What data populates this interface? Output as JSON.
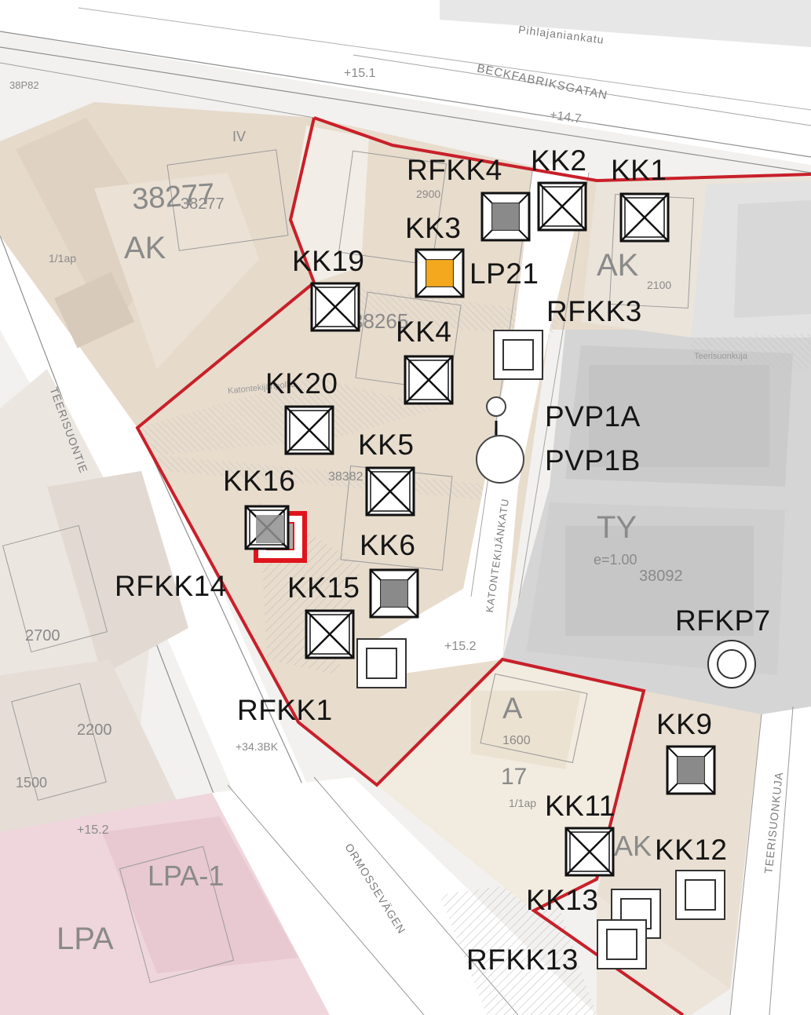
{
  "map": {
    "colors": {
      "boundary": "#c8202a",
      "block_fill": "#e8dccd",
      "block_dark": "#d9cdbf",
      "industrial_fill": "#d6d6d6",
      "residential_pink": "#efd8de",
      "street_fill": "#ffffff",
      "marker_orange": "#f4a81e",
      "marker_gray": "#8a8a8a",
      "marker_red": "#e0141c"
    },
    "markers": [
      {
        "label": "RFKK4",
        "symbol": "gray-square"
      },
      {
        "label": "KK2",
        "symbol": "crossed-square"
      },
      {
        "label": "KK1",
        "symbol": "crossed-square"
      },
      {
        "label": "KK3",
        "symbol": "orange-square"
      },
      {
        "label": "LP21",
        "symbol": "orange-square"
      },
      {
        "label": "KK19",
        "symbol": "crossed-square"
      },
      {
        "label": "RFKK3",
        "symbol": "open-square"
      },
      {
        "label": "KK4",
        "symbol": "crossed-square"
      },
      {
        "label": "KK20",
        "symbol": "crossed-square"
      },
      {
        "label": "PVP1A",
        "symbol": "small-circle"
      },
      {
        "label": "PVP1B",
        "symbol": "large-circle"
      },
      {
        "label": "KK5",
        "symbol": "crossed-square"
      },
      {
        "label": "KK16",
        "symbol": "crossed-square"
      },
      {
        "label": "RFKK14",
        "symbol": "red-square"
      },
      {
        "label": "KK6",
        "symbol": "gray-square"
      },
      {
        "label": "KK15",
        "symbol": "crossed-square"
      },
      {
        "label": "RFKK1",
        "symbol": "open-square"
      },
      {
        "label": "RFKP7",
        "symbol": "double-circle"
      },
      {
        "label": "KK9",
        "symbol": "gray-square"
      },
      {
        "label": "KK11",
        "symbol": "crossed-square"
      },
      {
        "label": "KK12",
        "symbol": "open-square"
      },
      {
        "label": "KK13",
        "symbol": "open-square"
      },
      {
        "label": "RFKK13",
        "symbol": "open-square"
      }
    ],
    "base_labels": {
      "block_38277": "38277",
      "block_38277_small": "38277",
      "zone_ak_left": "AK",
      "zone_ak_right": "AK",
      "zone_ak_bottom": "AK",
      "zone_ty": "TY",
      "block_38092": "38092",
      "block_38265": "38265",
      "block_38382": "38382",
      "zone_a": "A",
      "zone_lpa1": "LPA-1",
      "zone_lpa": "LPA",
      "num_17": "17",
      "area_1600": "1600",
      "area_2700": "2700",
      "area_2200": "2200",
      "area_1500": "1500",
      "area_2900": "2900",
      "area_2100": "2100",
      "floor_iv": "IV",
      "efficiency": "e=1.00",
      "label_1_1ap": "1/1ap",
      "label_1_1ap_b": "1/1ap",
      "elev_152": "+15.2",
      "elev_152_b": "+15.2",
      "elev_147": "+14.7",
      "elev_151": "+15.1",
      "elev_bk": "+34.3BK",
      "block_38p82": "38P82"
    },
    "streets": {
      "pihlajaniankatu": "Pihlajaniankatu",
      "beckfabriksgatan": "BECKFABRIKSGATAN",
      "teerisuontie": "TEERISUONTIE",
      "oriomossavagen": "ORMOSSEVÄGEN",
      "teerisuonkuja": "TEERISUONKUJA",
      "katontekijankatu": "KATONTEKIJÄNKATU",
      "teerisuonkuja_small": "Teerisuonkuja",
      "katontekijanpolku": "Katontekijänpolku"
    }
  }
}
